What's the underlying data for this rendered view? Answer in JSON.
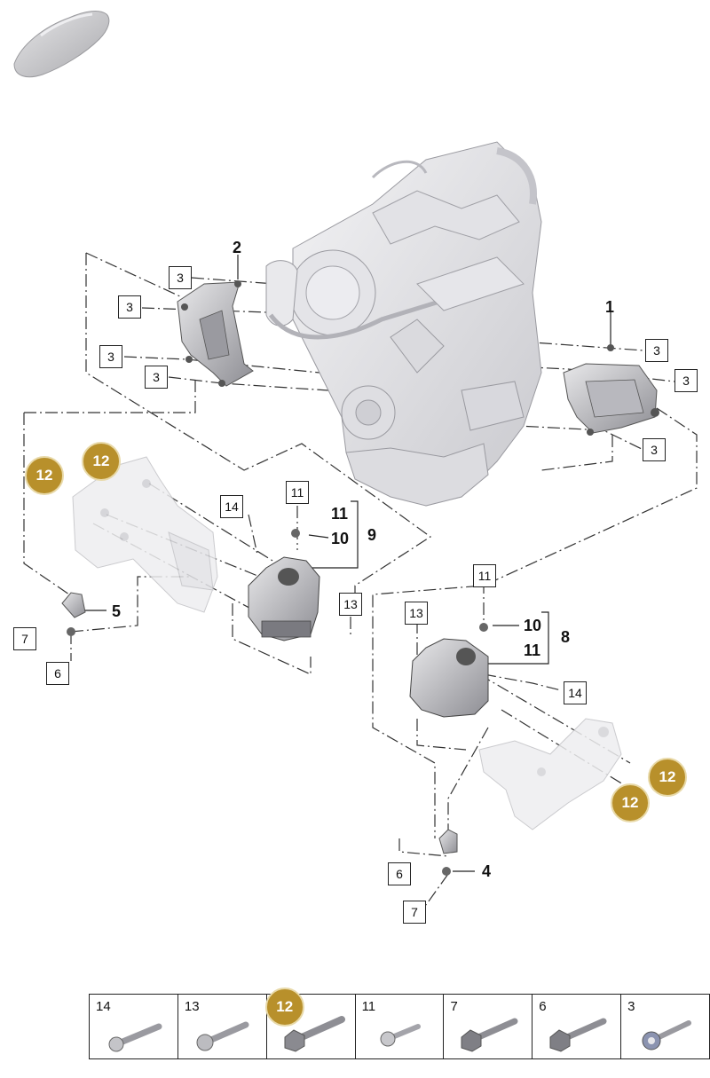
{
  "icons": {
    "car_thumbnail": "car-silhouette-icon",
    "engine": "engine-block-illustration",
    "bolt": "bolt-icon"
  },
  "colors": {
    "badge_gold": "#b8902b",
    "line": "#333333",
    "part_grey": "#d9d9dc"
  },
  "callouts": {
    "c1": "1",
    "c2": "2",
    "c3a": "3",
    "c3b": "3",
    "c3c": "3",
    "c3d": "3",
    "c3e": "3",
    "c3f": "3",
    "c3g": "3",
    "c4": "4",
    "c5": "5",
    "c6a": "6",
    "c6b": "6",
    "c7a": "7",
    "c7b": "7",
    "c8": "8",
    "c9": "9",
    "c10a": "10",
    "c10b": "10",
    "c11a": "11",
    "c11b": "11",
    "c11c": "11",
    "c11d": "11",
    "c13a": "13",
    "c13b": "13",
    "c14a": "14",
    "c14b": "14",
    "g12a": "12",
    "g12b": "12",
    "g12c": "12",
    "g12d": "12"
  },
  "legend": [
    {
      "number": "14",
      "icon": "bolt-icon",
      "highlight": false
    },
    {
      "number": "13",
      "icon": "bolt-icon",
      "highlight": false
    },
    {
      "number": "12",
      "icon": "bolt-icon",
      "highlight": true
    },
    {
      "number": "11",
      "icon": "bolt-icon",
      "highlight": false
    },
    {
      "number": "7",
      "icon": "bolt-icon",
      "highlight": false
    },
    {
      "number": "6",
      "icon": "bolt-icon",
      "highlight": false
    },
    {
      "number": "3",
      "icon": "bolt-icon",
      "highlight": false
    }
  ]
}
